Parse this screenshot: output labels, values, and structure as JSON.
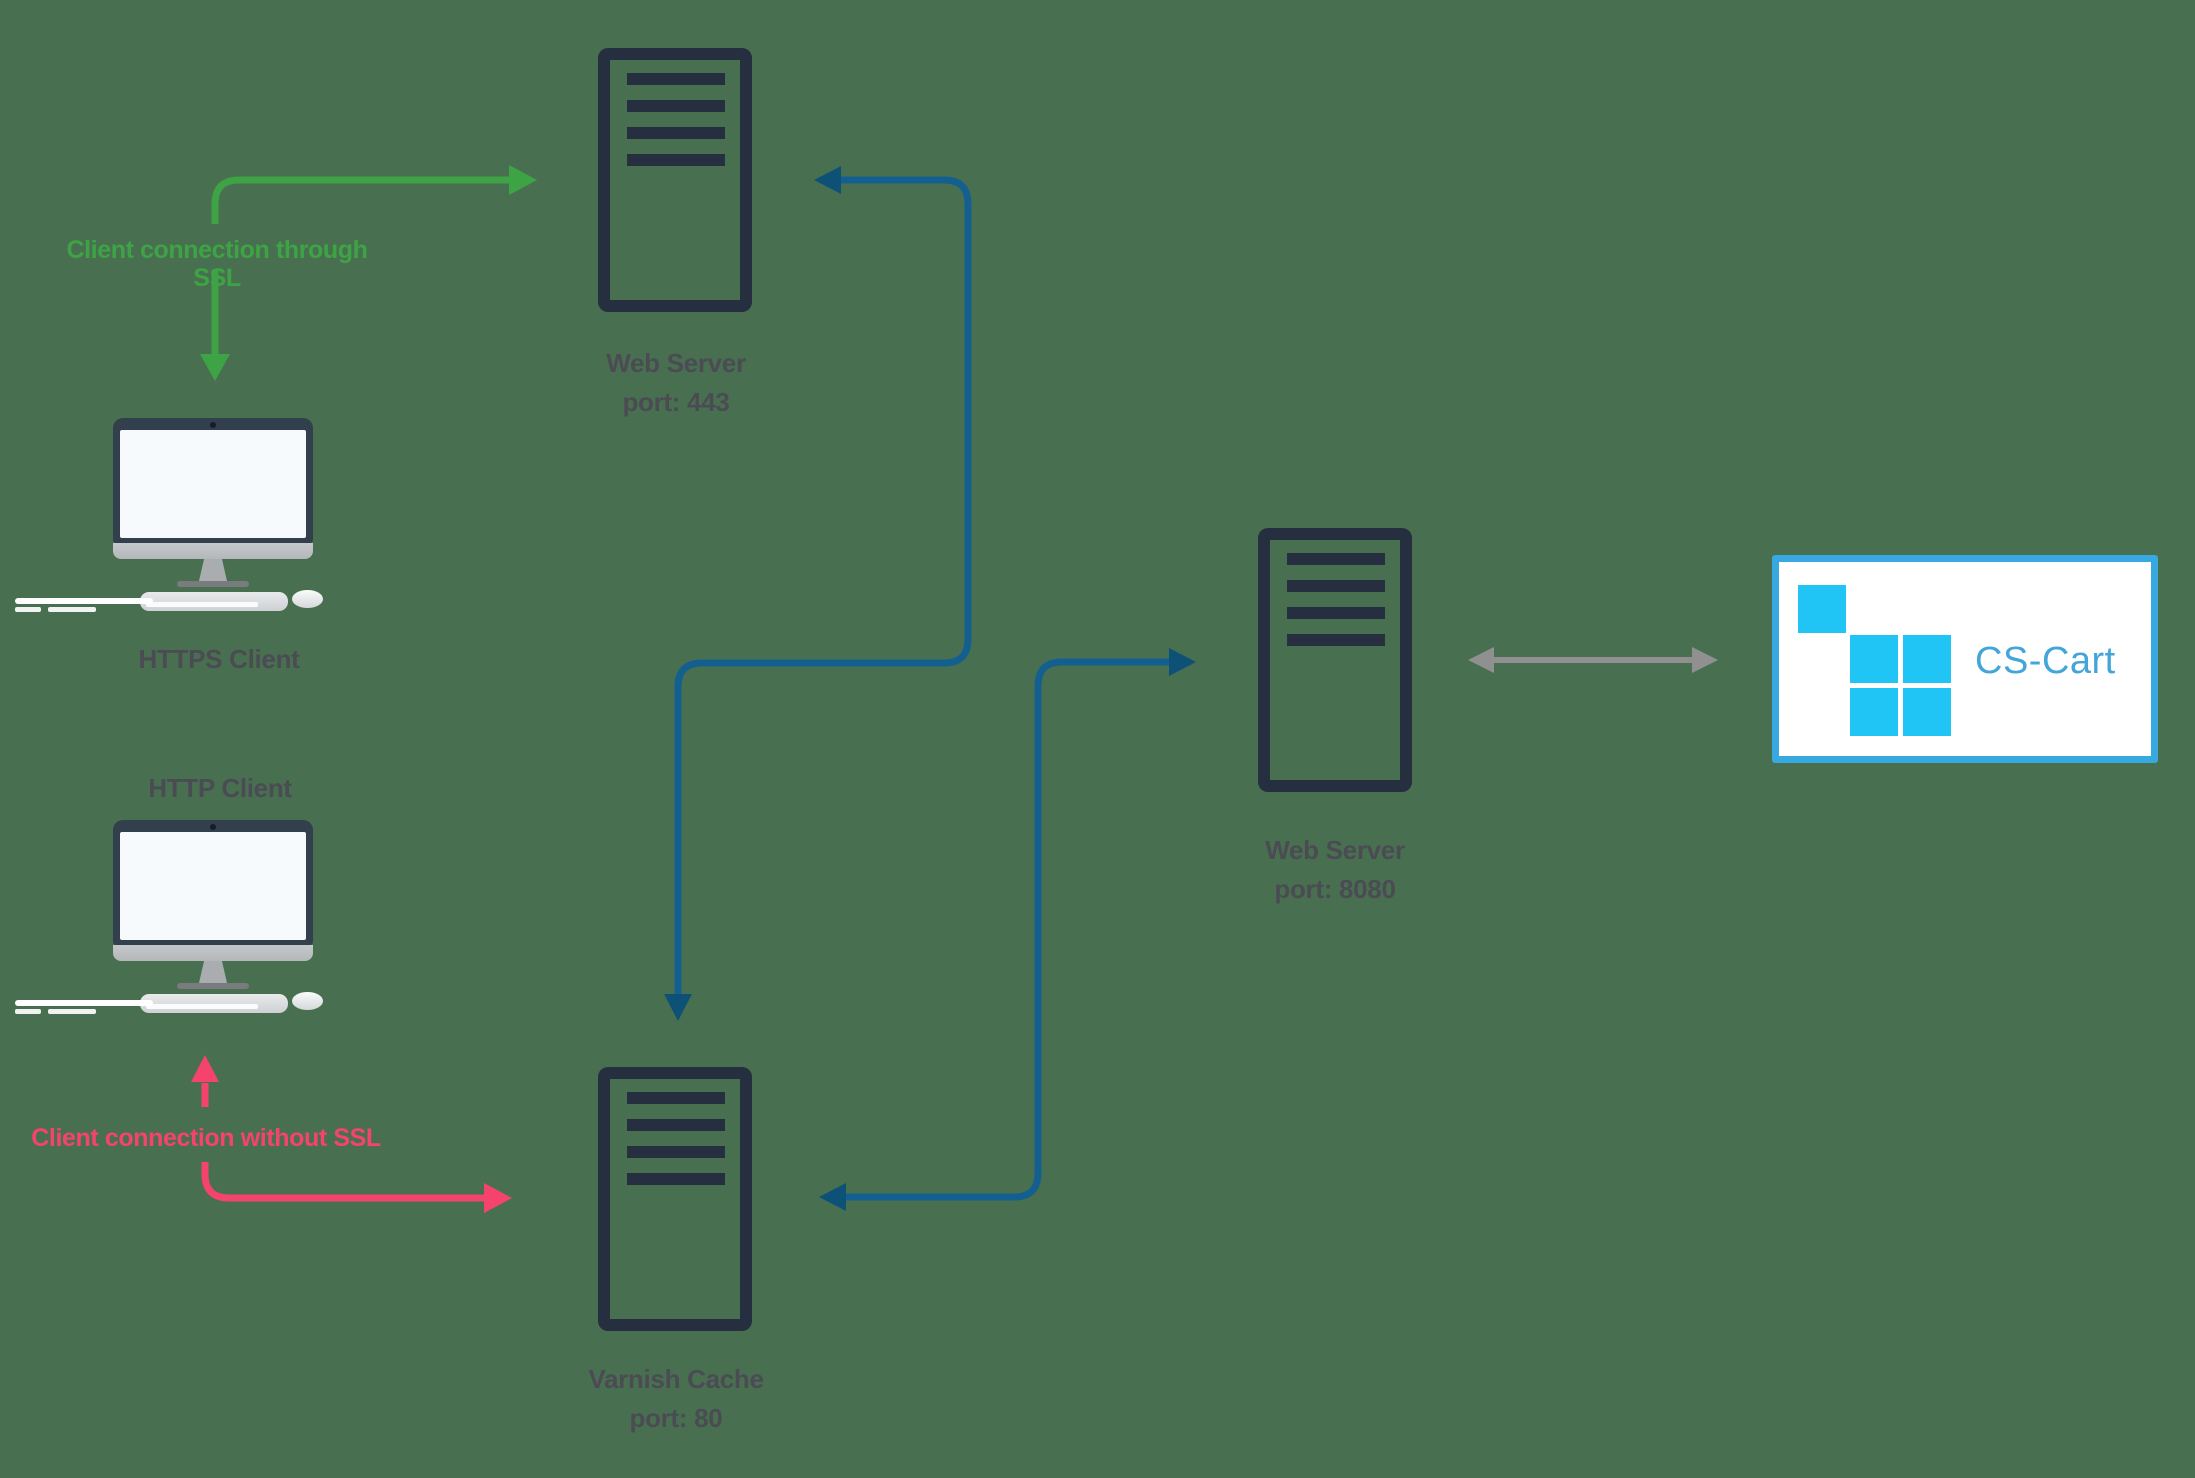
{
  "nodes": {
    "https_client": {
      "label": "HTTPS Client",
      "type": "desktop-computer"
    },
    "http_client": {
      "label": "HTTP Client",
      "type": "desktop-computer"
    },
    "web_server_443": {
      "name": "Web Server",
      "port": "port: 443",
      "type": "server"
    },
    "varnish_cache": {
      "name": "Varnish Cache",
      "port": "port: 80",
      "type": "server"
    },
    "web_server_8080": {
      "name": "Web Server",
      "port": "port: 8080",
      "type": "server"
    },
    "cs_cart": {
      "label": "CS-Cart",
      "type": "application"
    }
  },
  "annotations": {
    "ssl": {
      "label": "Client connection through SSL",
      "color": "#3ea345"
    },
    "no_ssl": {
      "label": "Client connection without SSL",
      "color": "#f4436c"
    }
  },
  "connections": [
    {
      "from": "https_client",
      "to": "web_server_443",
      "color": "green",
      "bidirectional": true,
      "label": "Client connection through SSL"
    },
    {
      "from": "http_client",
      "to": "varnish_cache",
      "color": "red",
      "bidirectional": true,
      "label": "Client connection without SSL"
    },
    {
      "from": "web_server_443",
      "to": "varnish_cache",
      "color": "blue",
      "bidirectional": true,
      "label": ""
    },
    {
      "from": "varnish_cache",
      "to": "web_server_8080",
      "color": "blue",
      "bidirectional": true,
      "label": ""
    },
    {
      "from": "web_server_8080",
      "to": "cs_cart",
      "color": "gray",
      "bidirectional": true,
      "label": ""
    }
  ],
  "colors": {
    "background": "#487050",
    "server_navy": "#262f40",
    "monitor_navy": "#323f4c",
    "label_gray": "#4b4b54",
    "green": "#3ea345",
    "red": "#f4436c",
    "blue_line": "#135f90",
    "blue_head": "#0d5176",
    "gray_arrow": "#909090",
    "cscart_border": "#38a8e0",
    "cscart_square": "#20c5f6",
    "cscart_text": "#43a5d9"
  }
}
